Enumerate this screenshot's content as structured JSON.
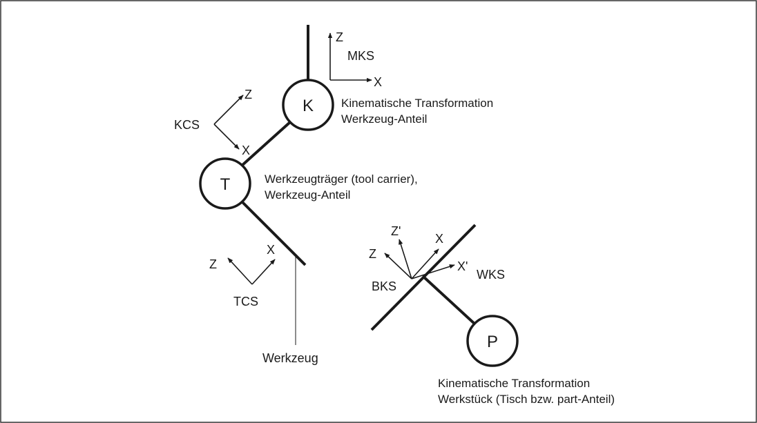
{
  "nodes": {
    "k": "K",
    "t": "T",
    "p": "P"
  },
  "frames": {
    "mks": {
      "name": "MKS",
      "z": "Z",
      "x": "X"
    },
    "kcs": {
      "name": "KCS",
      "z": "Z",
      "x": "X"
    },
    "tcs": {
      "name": "TCS",
      "z": "Z",
      "x": "X"
    },
    "workpiece": {
      "bks": "BKS",
      "wks": "WKS",
      "z": "Z",
      "z_prime": "Z'",
      "x": "X",
      "x_prime": "X'"
    }
  },
  "labels": {
    "k_line1": "Kinematische Transformation",
    "k_line2": "Werkzeug-Anteil",
    "t_line1": "Werkzeugträger (tool carrier),",
    "t_line2": "Werkzeug-Anteil",
    "tool": "Werkzeug",
    "p_line1": "Kinematische Transformation",
    "p_line2": "Werkstück (Tisch bzw. part-Anteil)"
  },
  "colors": {
    "line": "#1a1a1a",
    "frame": "#333333",
    "background": "#ffffff"
  }
}
